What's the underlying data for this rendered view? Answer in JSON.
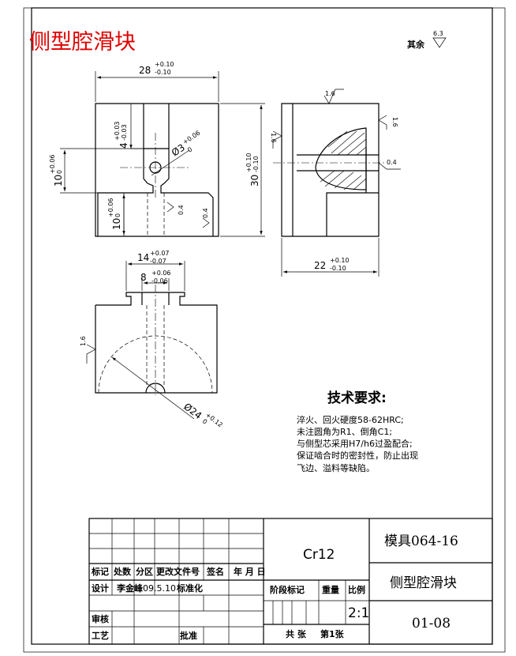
{
  "title": "侧型腔滑块",
  "roughness_other": {
    "label": "其余",
    "value": "6.3"
  },
  "dims": {
    "width_top": {
      "base": "28",
      "upper": "+0.10",
      "lower": "-0.10"
    },
    "notch_depth": {
      "base": "4",
      "upper": "+0.03",
      "lower": "-0.03"
    },
    "hole_dia": {
      "base": "Ø3",
      "upper": "+0.06",
      "lower": "0"
    },
    "hole_pos": {
      "base": "10",
      "upper": "+0.06",
      "lower": "0"
    },
    "slot_height": {
      "base": "10",
      "upper": "+0.06",
      "lower": "0"
    },
    "height": {
      "base": "30",
      "upper": "+0.10",
      "lower": "-0.10"
    },
    "side_width": {
      "base": "22",
      "upper": "+0.10",
      "lower": "-0.10"
    },
    "top_width14": {
      "base": "14",
      "upper": "+0.07",
      "lower": "-0.07"
    },
    "top_width8": {
      "base": "8",
      "upper": "+0.06",
      "lower": "-0.06"
    },
    "arc_dia": {
      "base": "Ø24",
      "upper": "+0.12",
      "lower": "0"
    }
  },
  "roughness": [
    "1.6",
    "1.6",
    "1.6",
    "0.4",
    "0.4",
    "0.4",
    "1.6"
  ],
  "tech": {
    "heading": "技术要求:",
    "lines": [
      "淬火、回火硬度58-62HRC;",
      "未注圆角为R1、倒角C1;",
      "与侧型芯采用H7/h6过盈配合;",
      "保证啮合时的密封性，防止出现",
      "飞边、溢料等缺陷。"
    ]
  },
  "title_block": {
    "mold_no": "模具064-16",
    "part_name": "侧型腔滑块",
    "material": "Cr12",
    "drawing_no": "01-08",
    "scale": "2:1",
    "header": [
      "标记",
      "处数",
      "分区",
      "更改文件号",
      "签名",
      "年 月 日"
    ],
    "design_label": "设计",
    "designer": "李金峰",
    "date": "09.5.10",
    "standard_label": "标准化",
    "stage_label": "阶段标记",
    "weight_label": "重量",
    "scale_label": "比例",
    "review_label": "审核",
    "process_label": "工艺",
    "approve_label": "批准",
    "sheets_label": "共 张",
    "sheet_label": "第1张"
  }
}
